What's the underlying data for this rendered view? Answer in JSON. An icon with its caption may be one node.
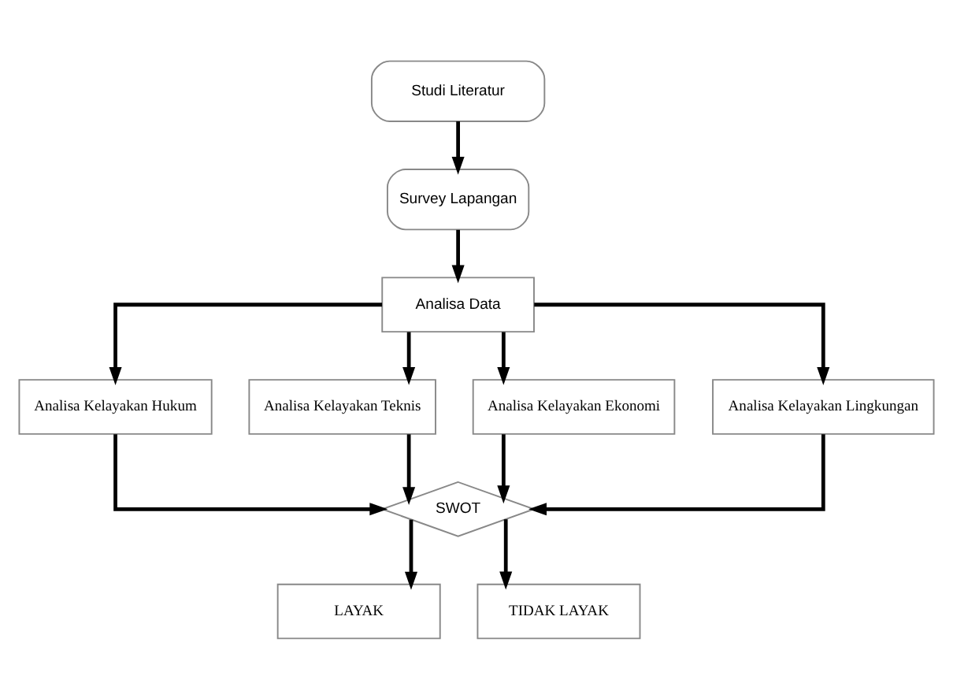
{
  "diagram": {
    "nodes": [
      {
        "text": [
          "Studi Literatur"
        ]
      },
      {
        "text": [
          "Survey Lapangan"
        ]
      },
      {
        "text": [
          "Analisa Data"
        ]
      },
      {
        "text": [
          "Analisa Kelayakan Hukum"
        ]
      },
      {
        "text": [
          "Analisa Kelayakan Teknis"
        ]
      },
      {
        "text": [
          "Analisa Kelayakan Ekonomi"
        ]
      },
      {
        "text": [
          "Analisa Kelayakan Lingkungan"
        ]
      },
      {
        "text": [
          "SWOT"
        ]
      },
      {
        "text": [
          "LAYAK"
        ]
      },
      {
        "text": [
          "TIDAK LAYAK"
        ]
      }
    ],
    "edges": [
      {
        "from": 0,
        "to": 1,
        "arrow": "to"
      },
      {
        "from": 1,
        "to": 2,
        "arrow": "to"
      },
      {
        "from": 2,
        "to": 3,
        "arrow": "to"
      },
      {
        "from": 2,
        "to": 4,
        "arrow": "to"
      },
      {
        "from": 2,
        "to": 5,
        "arrow": "to"
      },
      {
        "from": 2,
        "to": 6,
        "arrow": "to"
      },
      {
        "from": 3,
        "to": 7,
        "arrow": "to"
      },
      {
        "from": 4,
        "to": 7,
        "arrow": "to"
      },
      {
        "from": 5,
        "to": 7,
        "arrow": "to"
      },
      {
        "from": 6,
        "to": 7,
        "arrow": "to"
      },
      {
        "from": 7,
        "to": 8,
        "arrow": "to"
      },
      {
        "from": 7,
        "to": 9,
        "arrow": "to"
      }
    ]
  }
}
